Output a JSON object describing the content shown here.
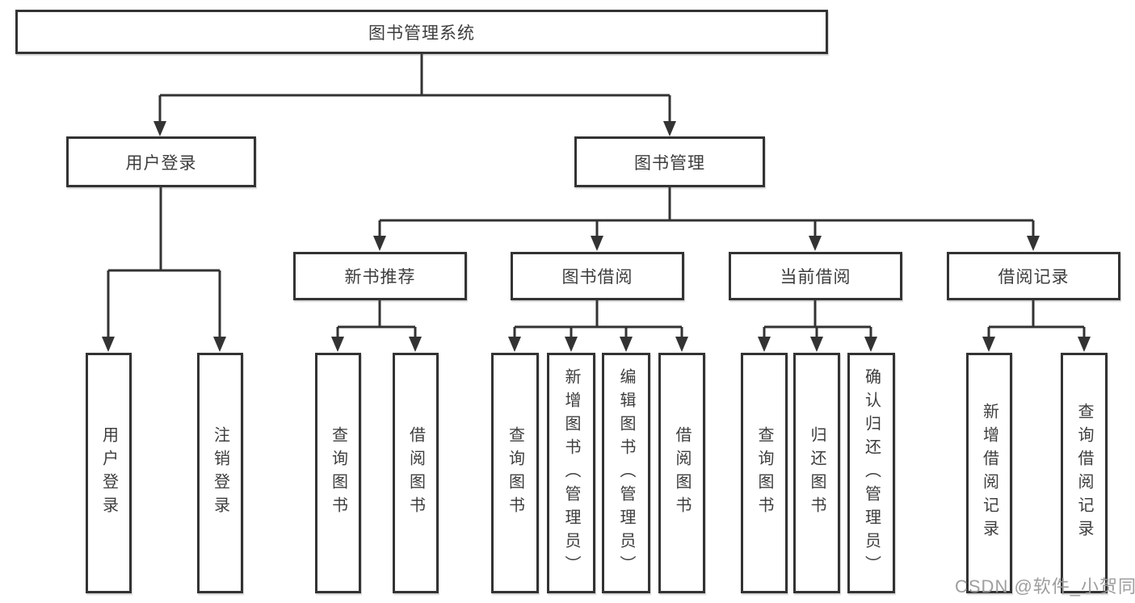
{
  "diagram_title": "图书管理系统",
  "nodes": {
    "root": "图书管理系统",
    "user_login_group": "用户登录",
    "book_management": "图书管理",
    "new_book_recommend": "新书推荐",
    "book_borrowing": "图书借阅",
    "current_borrowing": "当前借阅",
    "borrowing_records": "借阅记录",
    "user_login": "用户登录",
    "logout_login": "注销登录",
    "nbr_query_books": "查询图书",
    "nbr_borrow_books": "借阅图书",
    "bb_query_books": "查询图书",
    "bb_add_books": "新增图书（管理员）",
    "bb_edit_books": "编辑图书（管理员）",
    "bb_borrow_books": "借阅图书",
    "cb_query_books": "查询图书",
    "cb_return_books": "归还图书",
    "cb_confirm_return": "确认归还（管理员）",
    "br_add_record": "新增借阅记录",
    "br_query_record": "查询借阅记录"
  },
  "structure": {
    "图书管理系统": {
      "用户登录": [
        "用户登录",
        "注销登录"
      ],
      "图书管理": {
        "新书推荐": [
          "查询图书",
          "借阅图书"
        ],
        "图书借阅": [
          "查询图书",
          "新增图书（管理员）",
          "编辑图书（管理员）",
          "借阅图书"
        ],
        "当前借阅": [
          "查询图书",
          "归还图书",
          "确认归还（管理员）"
        ],
        "借阅记录": [
          "新增借阅记录",
          "查询借阅记录"
        ]
      }
    }
  },
  "watermark": "CSDN @软件_小贺同学",
  "colors": {
    "line": "#333333",
    "text": "#3d3d3d",
    "watermark": "#999999",
    "background": "#ffffff"
  }
}
